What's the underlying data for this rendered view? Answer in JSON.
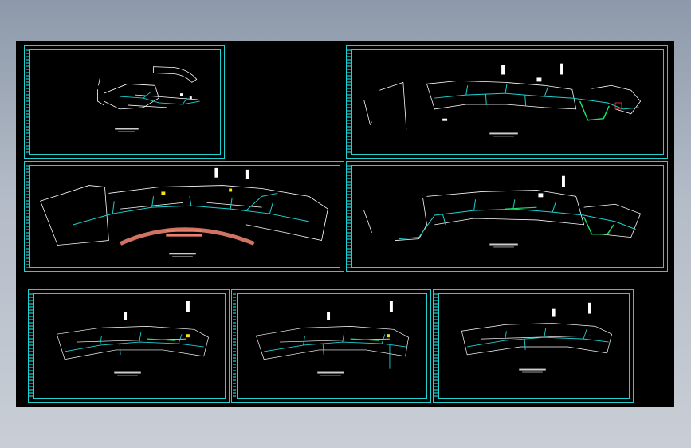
{
  "viewer": {
    "background": "#8d99aa",
    "canvas_color": "#000000",
    "frame_color": "#1fd1d1"
  },
  "palette": {
    "wall": "#ffffff",
    "pipe": "#1fd1d1",
    "pipe_alt": "#19e36a",
    "accent_yellow": "#f2e41b",
    "accent_red": "#ff3c3c",
    "arch_salmon": "#e8806d"
  },
  "sheets": [
    {
      "id": "sheet-1"
    },
    {
      "id": "sheet-2"
    },
    {
      "id": "sheet-3"
    },
    {
      "id": "sheet-4"
    },
    {
      "id": "sheet-5"
    },
    {
      "id": "sheet-6"
    },
    {
      "id": "sheet-7"
    }
  ]
}
